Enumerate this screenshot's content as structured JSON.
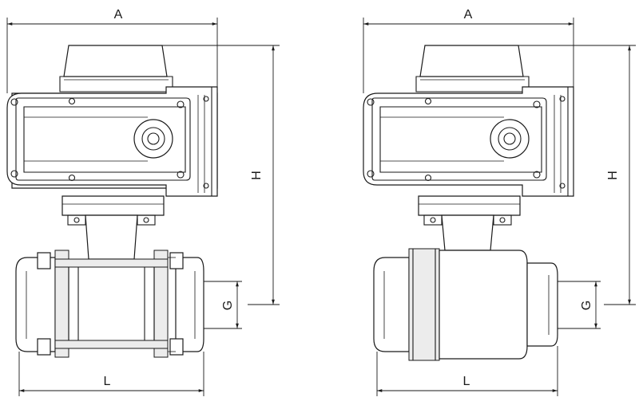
{
  "drawings": [
    {
      "id": "three-piece",
      "labels": {
        "width": "A",
        "height": "H",
        "thread": "G",
        "length": "L"
      }
    },
    {
      "id": "two-piece",
      "labels": {
        "width": "A",
        "height": "H",
        "thread": "G",
        "length": "L"
      }
    }
  ]
}
